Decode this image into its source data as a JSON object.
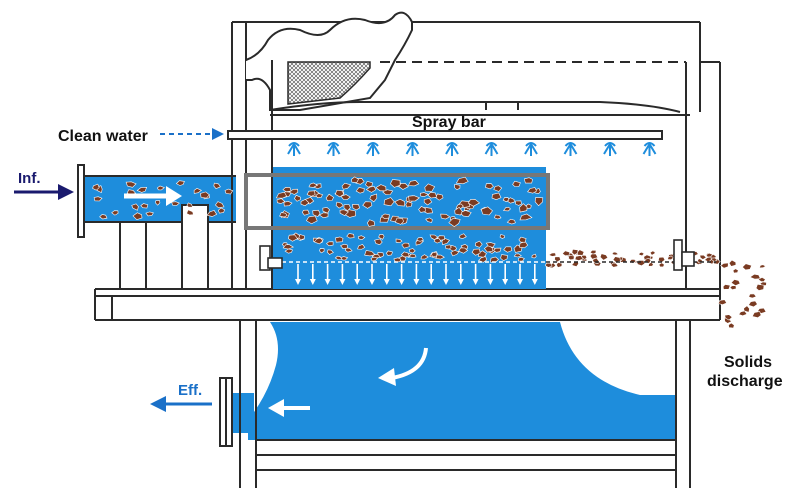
{
  "labels": {
    "clean_water": "Clean water",
    "spray_bar": "Spray bar",
    "inf": "Inf.",
    "eff": "Eff.",
    "solids_line1": "Solids",
    "solids_line2": "discharge"
  },
  "colors": {
    "water": "#1e8ddc",
    "water_light": "#2a97e2",
    "solid": "#7a3b22",
    "outline": "#2a2a2a",
    "screen": "#777777",
    "inf_arrow": "#1a1a6e",
    "eff_arrow": "#1a70c8"
  },
  "icons": {
    "flow_arrow": "right-arrow-icon",
    "curve_arrow": "curved-arrow-icon",
    "nozzle": "spray-nozzle-icon"
  }
}
